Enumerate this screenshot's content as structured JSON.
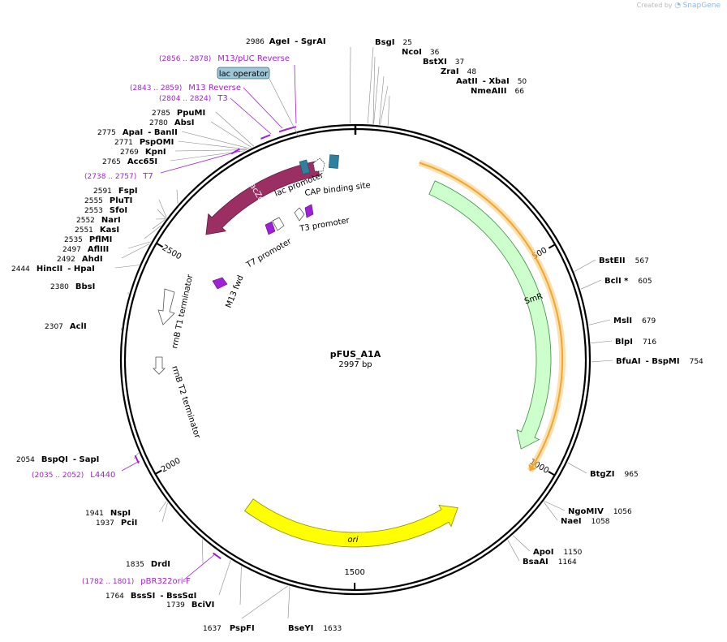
{
  "app": {
    "created_by": "Created by",
    "brand": "SnapGene"
  },
  "plasmid": {
    "name": "pFUS_A1A",
    "length_label": "2997 bp",
    "length": 2997
  },
  "colors": {
    "lacZa": "#9b2f63",
    "SmR": "#ccffcc",
    "ori": "#ffff00",
    "primer": "#a020d8",
    "lac_operator": "#9ec6d6",
    "orange_band": "#f3a52e",
    "cap_box": "#2f7f9e"
  },
  "ticks": [
    {
      "pos": 500,
      "label": "500"
    },
    {
      "pos": 1000,
      "label": "1000"
    },
    {
      "pos": 1500,
      "label": "1500"
    },
    {
      "pos": 2000,
      "label": "2000"
    },
    {
      "pos": 2500,
      "label": "2500"
    }
  ],
  "sites": [
    {
      "pos": 2986,
      "name": "AgeI",
      "extra": "- SgrAI"
    },
    {
      "pos": 25,
      "name": "BsgI",
      "extra": ""
    },
    {
      "pos": 36,
      "name": "NcoI",
      "extra": ""
    },
    {
      "pos": 37,
      "name": "BstXI",
      "extra": ""
    },
    {
      "pos": 48,
      "name": "ZraI",
      "extra": ""
    },
    {
      "pos": 50,
      "name": "AatII",
      "extra": "- XbaI"
    },
    {
      "pos": 66,
      "name": "NmeAIII",
      "extra": ""
    },
    {
      "pos": 567,
      "name": "BstEII",
      "extra": ""
    },
    {
      "pos": 605,
      "name": "BclI *",
      "extra": ""
    },
    {
      "pos": 679,
      "name": "MslI",
      "extra": ""
    },
    {
      "pos": 716,
      "name": "BlpI",
      "extra": ""
    },
    {
      "pos": 754,
      "name": "BfuAI",
      "extra": "- BspMI"
    },
    {
      "pos": 965,
      "name": "BtgZI",
      "extra": ""
    },
    {
      "pos": 1056,
      "name": "NgoMIV",
      "extra": ""
    },
    {
      "pos": 1058,
      "name": "NaeI",
      "extra": ""
    },
    {
      "pos": 1150,
      "name": "ApoI",
      "extra": ""
    },
    {
      "pos": 1164,
      "name": "BsaAI",
      "extra": ""
    },
    {
      "pos": 1633,
      "name": "BseYI",
      "extra": ""
    },
    {
      "pos": 1637,
      "name": "PspFI",
      "extra": ""
    },
    {
      "pos": 1739,
      "name": "BciVI",
      "extra": ""
    },
    {
      "pos": 1764,
      "name": "BssSI",
      "extra": "- BssSαI"
    },
    {
      "pos": 1835,
      "name": "DrdI",
      "extra": ""
    },
    {
      "pos": 1937,
      "name": "PciI",
      "extra": ""
    },
    {
      "pos": 1941,
      "name": "NspI",
      "extra": ""
    },
    {
      "pos": 2054,
      "name": "BspQI",
      "extra": "- SapI"
    },
    {
      "pos": 2307,
      "name": "AclI",
      "extra": ""
    },
    {
      "pos": 2380,
      "name": "BbsI",
      "extra": ""
    },
    {
      "pos": 2444,
      "name": "HincII",
      "extra": "- HpaI"
    },
    {
      "pos": 2492,
      "name": "AhdI",
      "extra": ""
    },
    {
      "pos": 2497,
      "name": "AflIII",
      "extra": ""
    },
    {
      "pos": 2535,
      "name": "PflMI",
      "extra": ""
    },
    {
      "pos": 2551,
      "name": "KasI",
      "extra": ""
    },
    {
      "pos": 2552,
      "name": "NarI",
      "extra": ""
    },
    {
      "pos": 2553,
      "name": "SfoI",
      "extra": ""
    },
    {
      "pos": 2555,
      "name": "PluTI",
      "extra": ""
    },
    {
      "pos": 2591,
      "name": "FspI",
      "extra": ""
    },
    {
      "pos": 2765,
      "name": "Acc65I",
      "extra": ""
    },
    {
      "pos": 2769,
      "name": "KpnI",
      "extra": ""
    },
    {
      "pos": 2771,
      "name": "PspOMI",
      "extra": ""
    },
    {
      "pos": 2775,
      "name": "ApaI",
      "extra": "- BanII"
    },
    {
      "pos": 2780,
      "name": "AbsI",
      "extra": ""
    },
    {
      "pos": 2785,
      "name": "PpuMI",
      "extra": ""
    }
  ],
  "primers": [
    {
      "range": "(2856 .. 2878)",
      "name": "M13/pUC Reverse",
      "start": 2856,
      "end": 2878
    },
    {
      "range": "(2843 .. 2859)",
      "name": "M13 Reverse",
      "start": 2843,
      "end": 2859
    },
    {
      "range": "(2804 .. 2824)",
      "name": "T3",
      "start": 2804,
      "end": 2824
    },
    {
      "range": "(2738 .. 2757)",
      "name": "T7",
      "start": 2738,
      "end": 2757
    },
    {
      "range": "(2035 .. 2052)",
      "name": "L4440",
      "start": 2035,
      "end": 2052
    },
    {
      "range": "(1782 .. 1801)",
      "name": "pBR322ori-F",
      "start": 1782,
      "end": 1801
    }
  ],
  "features": [
    {
      "name": "lacZα",
      "start": 2580,
      "end": 2905,
      "dir": "rev"
    },
    {
      "name": "SmR",
      "start": 200,
      "end": 985,
      "dir": "fwd"
    },
    {
      "name": "ori",
      "start": 1210,
      "end": 1800,
      "dir": "rev"
    }
  ],
  "orange_band": {
    "start": 150,
    "end": 1020
  },
  "lac_operator_label": "lac operator",
  "feature_labels": {
    "lac_promoter": "lac promoter",
    "cap_site": "CAP binding site",
    "t3_promoter": "T3 promoter",
    "t7_promoter": "T7 promoter",
    "m13_fwd": "M13 fwd",
    "rrnb_t1": "rrnB T1 terminator",
    "rrnb_t2": "rrnB T2 terminator"
  }
}
